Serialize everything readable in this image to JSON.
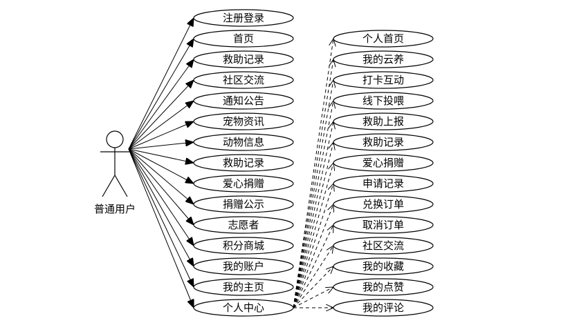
{
  "actor": {
    "label": "普通用户"
  },
  "left_use_cases": [
    "注册登录",
    "首页",
    "救助记录",
    "社区交流",
    "通知公告",
    "宠物资讯",
    "动物信息",
    "救助记录",
    "爱心捐赠",
    "捐赠公示",
    "志愿者",
    "积分商城",
    "我的账户",
    "我的主页",
    "个人中心"
  ],
  "right_use_cases": [
    "个人首页",
    "我的云养",
    "打卡互动",
    "线下投喂",
    "救助上报",
    "救助记录",
    "爱心捐赠",
    "申请记录",
    "兑换订单",
    "取消订单",
    "社区交流",
    "我的收藏",
    "我的点赞",
    "我的评论"
  ],
  "colors": {
    "stroke": "#000000",
    "fill": "#ffffff"
  }
}
